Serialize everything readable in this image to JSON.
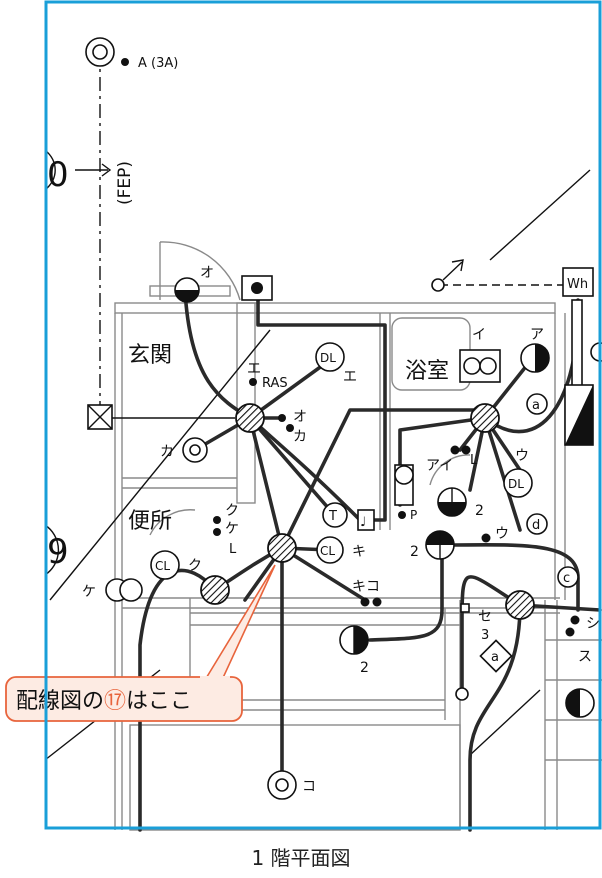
{
  "labels": {
    "breaker": "A (3A)",
    "fep": "(FEP)",
    "entrance": "玄関",
    "bath": "浴室",
    "toilet": "便所",
    "wh": "Wh",
    "o": "オ",
    "e_ras": "エ",
    "ras": "RAS",
    "dl1": "DL",
    "dl1_e": "エ",
    "oka_o": "オ",
    "oka_ka": "カ",
    "ka": "カ",
    "i_top": "イ",
    "a_top": "ア",
    "a_circ": "a",
    "ai": "アイ",
    "l_bath": "L",
    "u_dl": "ウ",
    "dl2": "DL",
    "p": "P",
    "two_a": "2",
    "two_b": "2",
    "u_d": "ウ",
    "d_circ": "d",
    "kuke_ku": "ク",
    "kuke_ke": "ケ",
    "l_toilet": "L",
    "cl1": "CL",
    "ku": "ク",
    "ke": "ケ",
    "cl2": "CL",
    "ki": "キ",
    "kiko": "キコ",
    "two_c": "2",
    "c_circ": "c",
    "se": "セ",
    "three": "3",
    "a_diamond": "a",
    "shi": "シ",
    "su": "ス",
    "ko": "コ",
    "left_zero": "0",
    "left_nine": "9",
    "t_mark": "T",
    "note_mark": "♩"
  },
  "callout": {
    "prefix": "配線図の",
    "number": "⑰",
    "suffix": "はここ"
  },
  "caption": "1 階平面図",
  "colors": {
    "frame": "#1a9fd8",
    "callout_border": "#e8643c",
    "callout_fill": "#fdebe3"
  }
}
